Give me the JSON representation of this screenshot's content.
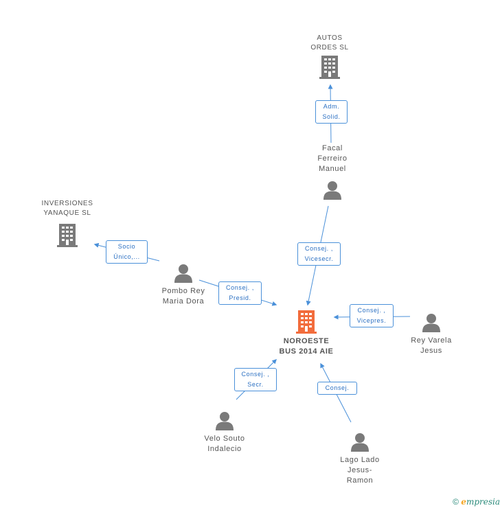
{
  "nodes": {
    "autos_ordes": {
      "line1": "AUTOS",
      "line2": "ORDES SL"
    },
    "inversiones_yanaque": {
      "line1": "INVERSIONES",
      "line2": "YANAQUE SL"
    },
    "noroeste_bus": {
      "line1": "NOROESTE",
      "line2": "BUS 2014 AIE"
    },
    "facal_ferreiro": {
      "line1": "Facal",
      "line2": "Ferreiro",
      "line3": "Manuel"
    },
    "pombo_rey": {
      "line1": "Pombo Rey",
      "line2": "Maria Dora"
    },
    "rey_varela": {
      "line1": "Rey Varela",
      "line2": "Jesus"
    },
    "velo_souto": {
      "line1": "Velo Souto",
      "line2": "Indalecio"
    },
    "lago_lado": {
      "line1": "Lago Lado",
      "line2": "Jesus-",
      "line3": "Ramon"
    }
  },
  "edges": {
    "facal_autos": {
      "line1": "Adm.",
      "line2": "Solid."
    },
    "pombo_inversiones": {
      "line1": "Socio",
      "line2": "Único,..."
    },
    "facal_noroeste": {
      "line1": "Consej. ,",
      "line2": "Vicesecr."
    },
    "pombo_noroeste": {
      "line1": "Consej. ,",
      "line2": "Presid."
    },
    "rey_noroeste": {
      "line1": "Consej. ,",
      "line2": "Vicepres."
    },
    "velo_noroeste": {
      "line1": "Consej. ,",
      "line2": "Secr."
    },
    "lago_noroeste": {
      "line1": "Consej."
    }
  },
  "colors": {
    "accent": "#4a90d9",
    "focus_company": "#f26c3c",
    "icon": "#7a7a7a"
  },
  "icons": {
    "company": "building-icon",
    "person": "person-icon"
  },
  "footer": {
    "copyright": "©",
    "brand_first": "e",
    "brand_rest": "mpresia"
  }
}
